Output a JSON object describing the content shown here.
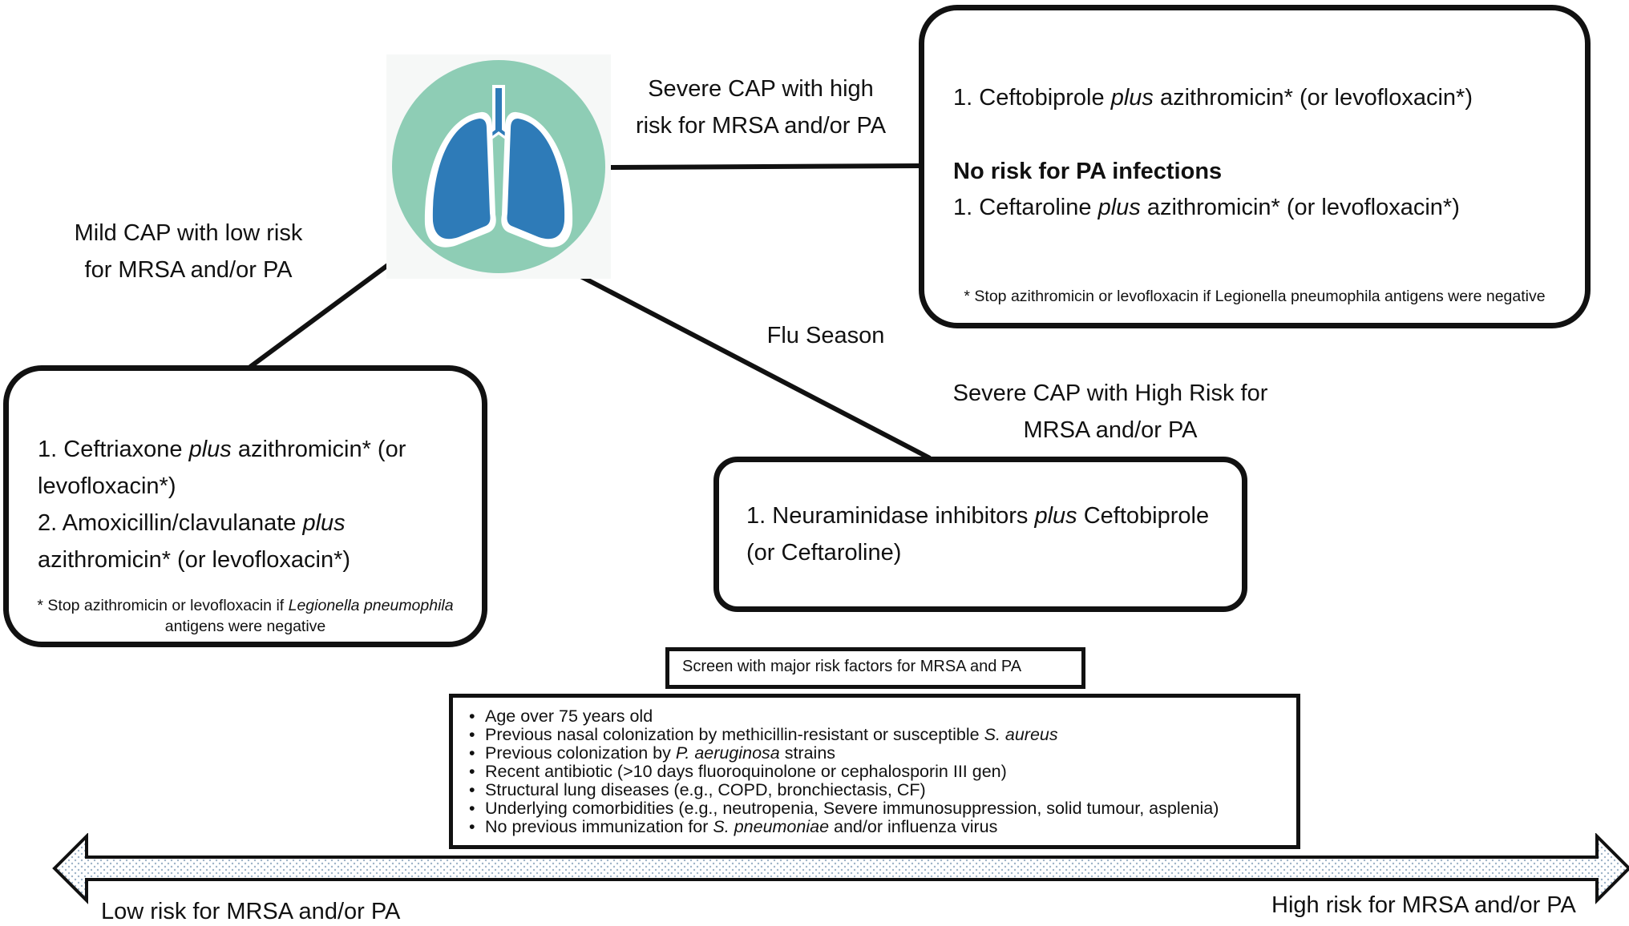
{
  "labels": {
    "severe_high_risk": [
      "Severe CAP with high",
      "risk for MRSA and/or PA"
    ],
    "mild_low_risk": [
      "Mild CAP with low risk",
      "for MRSA and/or PA"
    ],
    "flu_season": "Flu Season",
    "severe_flu": [
      "Severe CAP with High Risk for",
      "MRSA and/or PA"
    ]
  },
  "severe_box": {
    "item1": {
      "num": "1. ",
      "a": "Ceftobiprole ",
      "i": "plus",
      "b": " azithromicin* (or levofloxacin*)"
    },
    "heading": "No risk for PA infections",
    "item2": {
      "num": "1. ",
      "a": "Ceftaroline ",
      "i": "plus",
      "b": " azithromicin* (or levofloxacin*)"
    },
    "note": "* Stop azithromicin or levofloxacin if Legionella pneumophila antigens were negative"
  },
  "mild_box": {
    "item1_l1": {
      "num": "1. ",
      "a": "Ceftriaxone ",
      "i": "plus",
      "b": " azithromicin* (or"
    },
    "item1_l2": "levofloxacin*)",
    "item2_l1": {
      "num": "2. ",
      "a": "Amoxicillin/clavulanate ",
      "i": "plus"
    },
    "item2_l2": "azithromicin* (or levofloxacin*)",
    "note_l1": {
      "a": "* Stop azithromicin or levofloxacin if ",
      "i": "Legionella pneumophila"
    },
    "note_l2": "antigens were negative"
  },
  "flu_box": {
    "l1": {
      "num": "1. ",
      "a": "Neuraminidase inhibitors ",
      "i": "plus",
      "b": " Ceftobiprole"
    },
    "l2": "(or Ceftaroline)"
  },
  "screen_box": {
    "text": "Screen with major risk factors for MRSA and PA"
  },
  "risk_factors": [
    {
      "a": "Age over 75 years old",
      "i": "",
      "b": ""
    },
    {
      "a": "Previous nasal colonization by methicillin-resistant or susceptible ",
      "i": "S. aureus",
      "b": ""
    },
    {
      "a": "Previous colonization by ",
      "i": "P. aeruginosa",
      "b": " strains"
    },
    {
      "a": "Recent antibiotic (>10 days fluoroquinolone or cephalosporin III gen)",
      "i": "",
      "b": ""
    },
    {
      "a": "Structural lung diseases (e.g., COPD, bronchiectasis, CF)",
      "i": "",
      "b": ""
    },
    {
      "a": "Underlying comorbidities (e.g., neutropenia, Severe immunosuppression, solid tumour, asplenia)",
      "i": "",
      "b": ""
    },
    {
      "a": "No previous immunization for ",
      "i": "S. pneumoniae",
      "b": " and/or influenza virus"
    }
  ],
  "bullet_char": "•",
  "axis": {
    "low": "Low risk for MRSA and/or PA",
    "high": "High risk for MRSA and/or PA"
  },
  "colors": {
    "lung_circle": "#8ecdb5",
    "lung_fill": "#2e7bb8",
    "arrow_dots": "#9fb4c8"
  },
  "icon": "lungs-icon"
}
